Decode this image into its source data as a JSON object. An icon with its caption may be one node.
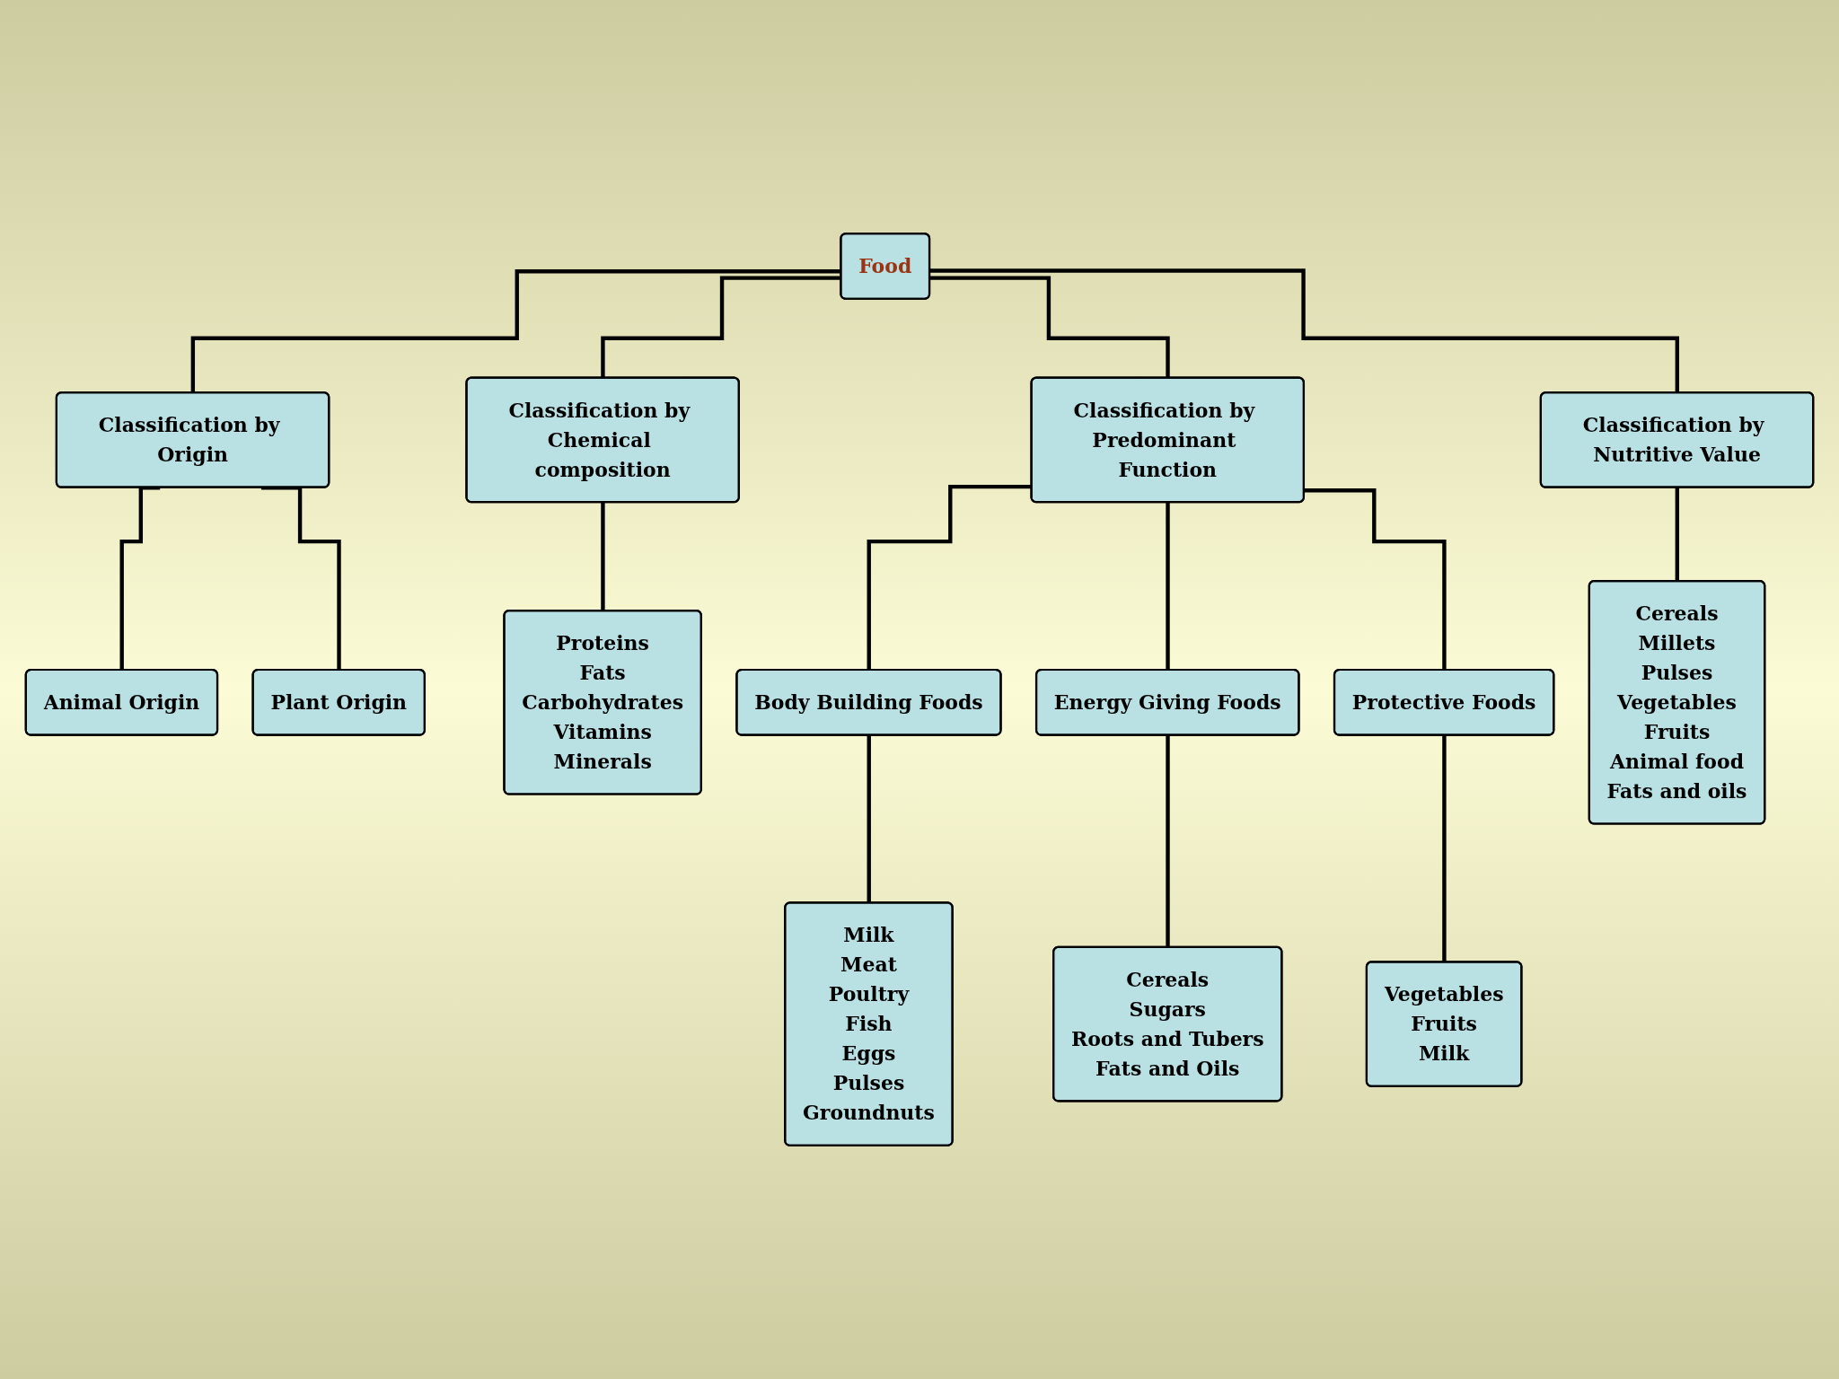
{
  "diagram": {
    "nodes": [
      {
        "text": [
          "Food"
        ]
      },
      {
        "text": [
          "Classification by Origin"
        ]
      },
      {
        "text": [
          "Classification by Chemical composition"
        ]
      },
      {
        "text": [
          "Classification by Predominant Function"
        ]
      },
      {
        "text": [
          "Classification by Nutritive Value"
        ]
      },
      {
        "text": [
          "Animal Origin"
        ]
      },
      {
        "text": [
          "Plant Origin"
        ]
      },
      {
        "text": [
          "Proteins",
          "Fats",
          "Carbohydrates",
          "Vitamins",
          "Minerals"
        ]
      },
      {
        "text": [
          "Body Building Foods"
        ]
      },
      {
        "text": [
          "Energy Giving Foods"
        ]
      },
      {
        "text": [
          "Protective Foods"
        ]
      },
      {
        "text": [
          "Cereals",
          "Millets",
          "Pulses",
          "Vegetables",
          "Fruits",
          "Animal food",
          "Fats and oils"
        ]
      },
      {
        "text": [
          "Milk",
          "Meat",
          "Poultry",
          "Fish",
          "Eggs",
          "Pulses",
          "Groundnuts"
        ]
      },
      {
        "text": [
          "Cereals",
          "Sugars",
          "Roots and Tubers",
          "Fats and Oils"
        ]
      },
      {
        "text": [
          "Vegetables",
          "Fruits",
          "Milk"
        ]
      }
    ],
    "edges": [
      {
        "from": 0,
        "to": 1,
        "arrow": "none"
      },
      {
        "from": 0,
        "to": 2,
        "arrow": "none"
      },
      {
        "from": 0,
        "to": 3,
        "arrow": "none"
      },
      {
        "from": 0,
        "to": 4,
        "arrow": "none"
      },
      {
        "from": 1,
        "to": 5,
        "arrow": "none"
      },
      {
        "from": 1,
        "to": 6,
        "arrow": "none"
      },
      {
        "from": 2,
        "to": 7,
        "arrow": "none"
      },
      {
        "from": 3,
        "to": 8,
        "arrow": "none"
      },
      {
        "from": 3,
        "to": 9,
        "arrow": "none"
      },
      {
        "from": 3,
        "to": 10,
        "arrow": "none"
      },
      {
        "from": 4,
        "to": 11,
        "arrow": "none"
      },
      {
        "from": 8,
        "to": 12,
        "arrow": "none"
      },
      {
        "from": 9,
        "to": 13,
        "arrow": "none"
      },
      {
        "from": 10,
        "to": 14,
        "arrow": "none"
      }
    ]
  }
}
